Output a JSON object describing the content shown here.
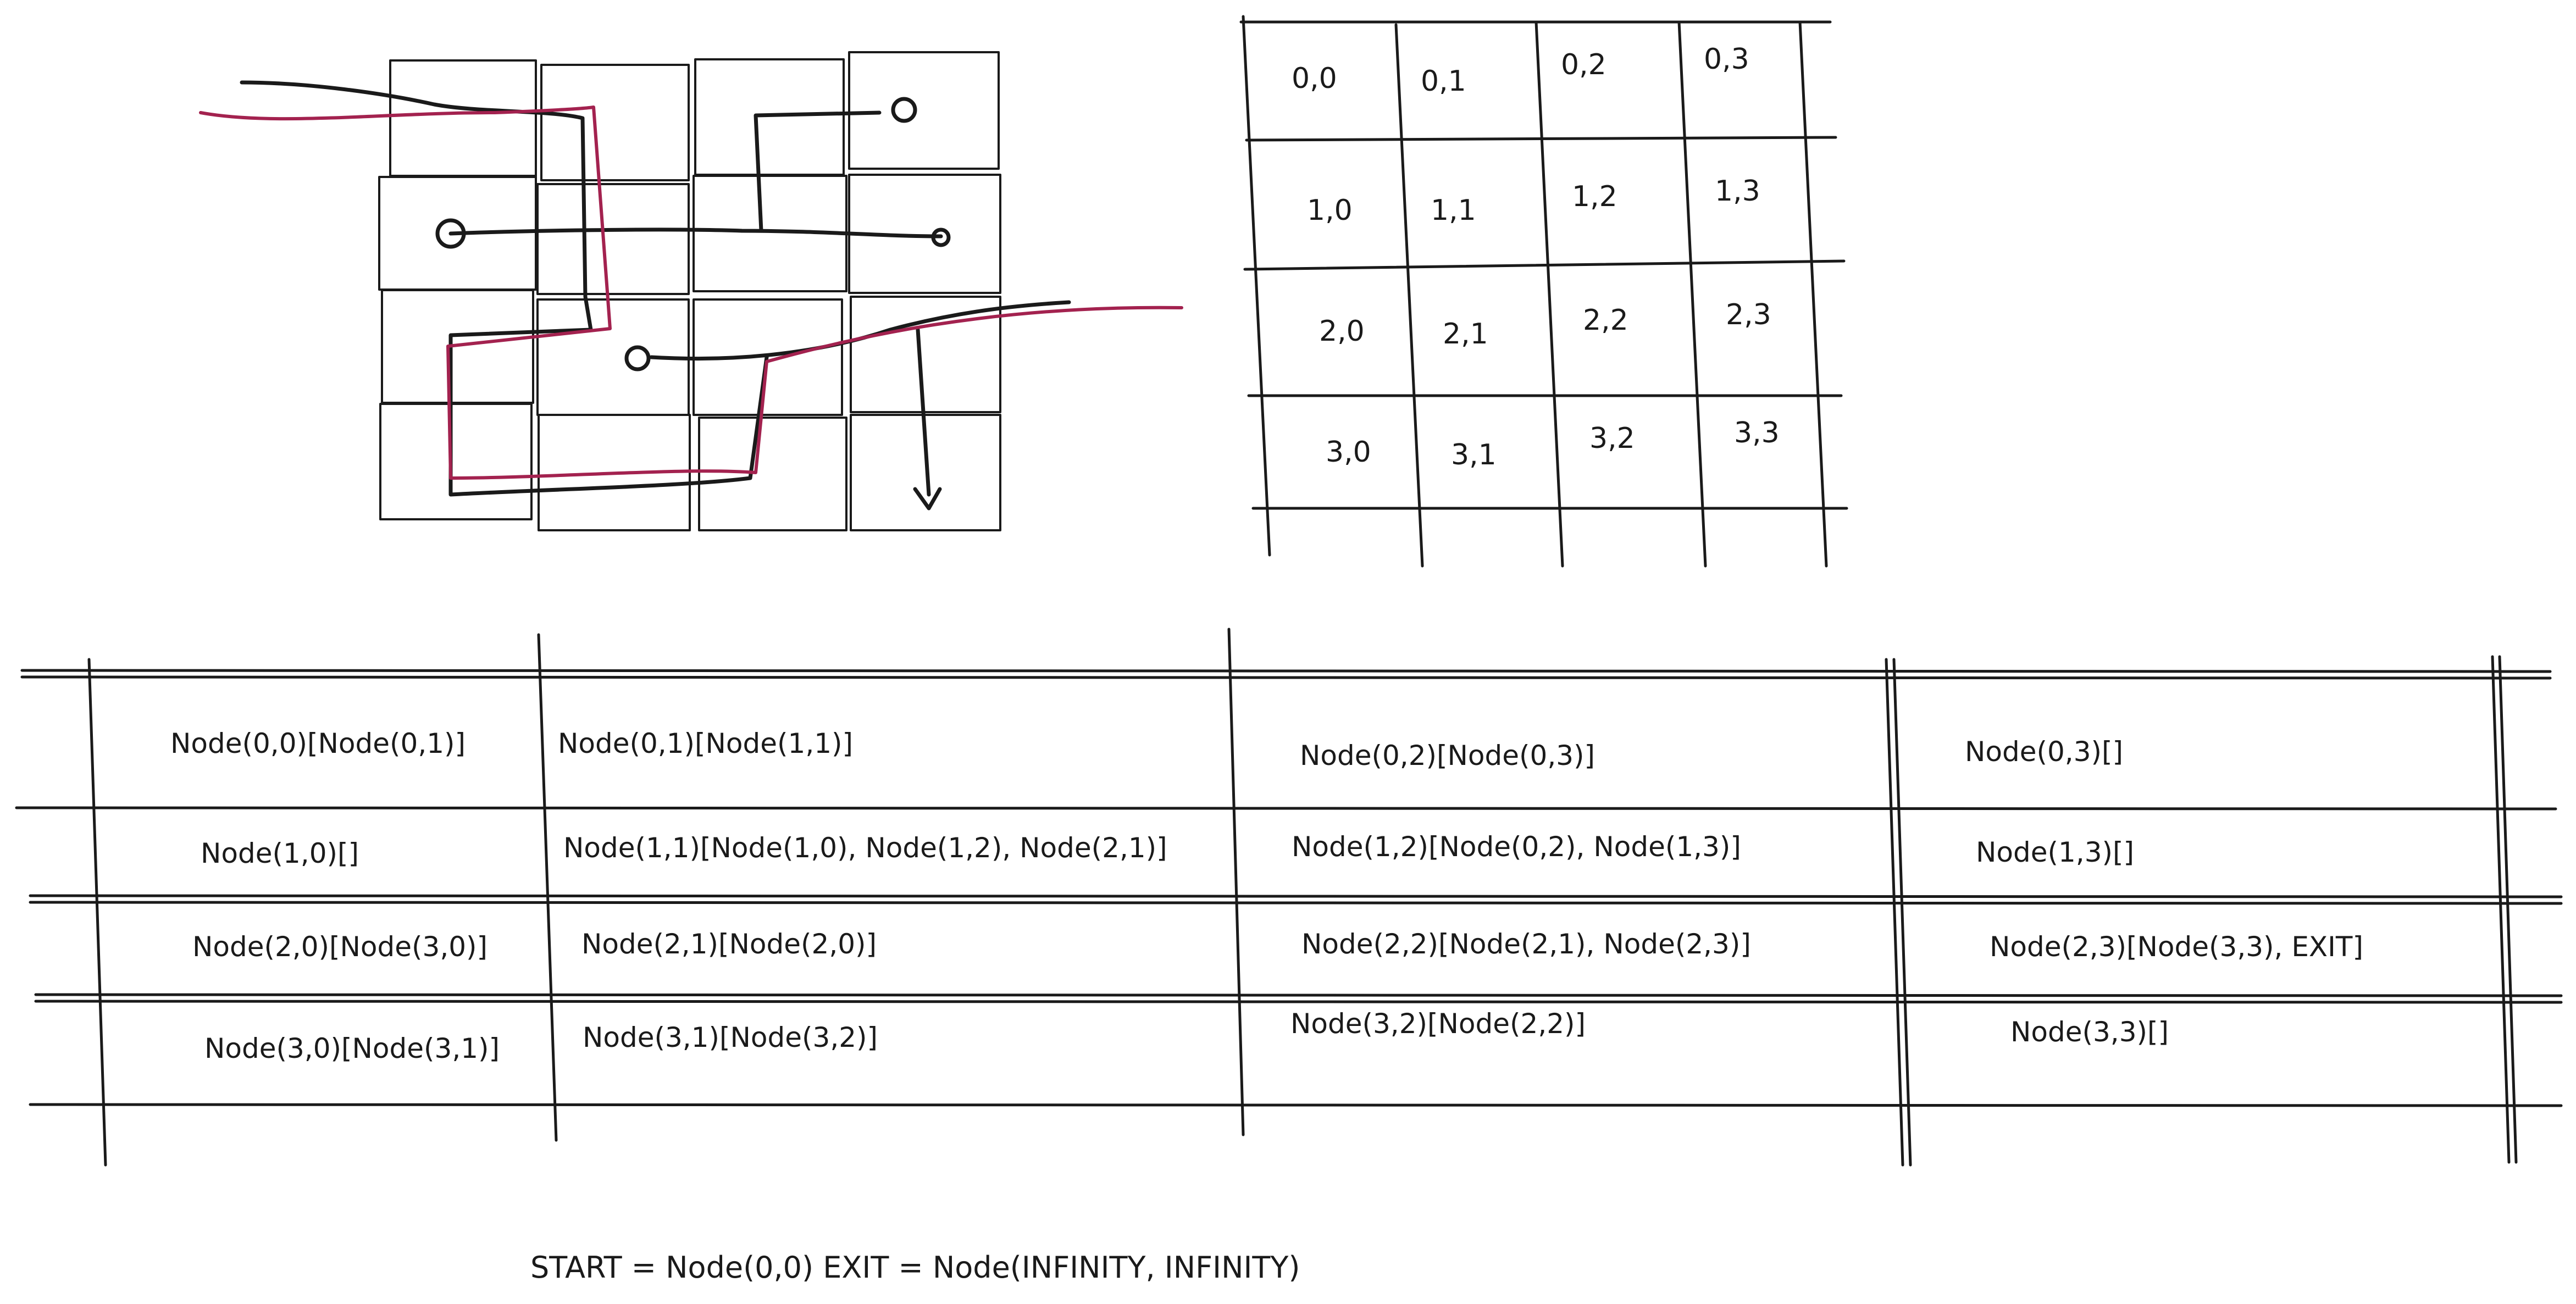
{
  "colors": {
    "ink": "#1a1a1a",
    "path": "#a3224f",
    "background": "#ffffff"
  },
  "grid_labels": [
    [
      "0,0",
      "0,1",
      "0,2",
      "0,3"
    ],
    [
      "1,0",
      "1,1",
      "1,2",
      "1,3"
    ],
    [
      "2,0",
      "2,1",
      "2,2",
      "2,3"
    ],
    [
      "3,0",
      "3,1",
      "3,2",
      "3,3"
    ]
  ],
  "adjacency": [
    [
      "Node(0,0)[Node(0,1)]",
      "Node(0,1)[Node(1,1)]",
      "Node(0,2)[Node(0,3)]",
      "Node(0,3)[]"
    ],
    [
      "Node(1,0)[]",
      "Node(1,1)[Node(1,0), Node(1,2), Node(2,1)]",
      "Node(1,2)[Node(0,2), Node(1,3)]",
      "Node(1,3)[]"
    ],
    [
      "Node(2,0)[Node(3,0)]",
      "Node(2,1)[Node(2,0)]",
      "Node(2,2)[Node(2,1), Node(2,3)]",
      "Node(2,3)[Node(3,3), EXIT]"
    ],
    [
      "Node(3,0)[Node(3,1)]",
      "Node(3,1)[Node(3,2)]",
      "Node(3,2)[Node(2,2)]",
      "Node(3,3)[]"
    ]
  ],
  "caption": "START = Node(0,0)  EXIT = Node(INFINITY, INFINITY)"
}
